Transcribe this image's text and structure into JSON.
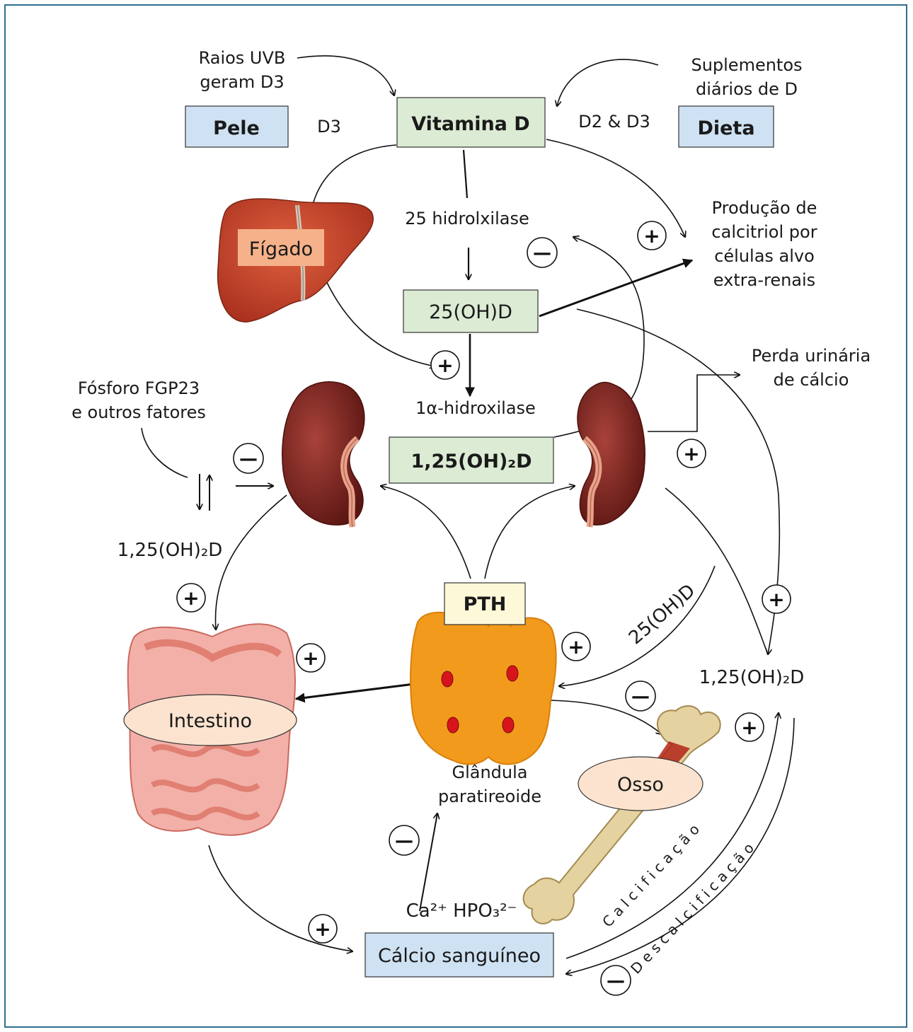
{
  "boxes": {
    "pele": "Pele",
    "vitamina_d": "Vitamina D",
    "dieta": "Dieta",
    "oh25d": "25(OH)D",
    "oh125d": "1,25(OH)₂D",
    "pth": "PTH",
    "calcio_sanguineo": "Cálcio sanguíneo"
  },
  "labels": {
    "raios_uvb_1": "Raios UVB",
    "raios_uvb_2": "geram D3",
    "d3": "D3",
    "d2_d3": "D2 & D3",
    "suplementos_1": "Suplementos",
    "suplementos_2": "diários de D",
    "figado": "Fígado",
    "hidroxilase_25": "25 hidrolxilase",
    "producao_1": "Produção de",
    "producao_2": "calcitriol por",
    "producao_3": "células alvo",
    "producao_4": "extra-renais",
    "perda_1": "Perda urinária",
    "perda_2": "de cálcio",
    "fosforo_1": "Fósforo FGP23",
    "fosforo_2": "e outros fatores",
    "alfa_hidroxilase": "1α-hidroxilase",
    "oh125d_left": "1,25(OH)₂D",
    "oh25d_diag": "25(OH)D",
    "oh125d_right": "1,25(OH)₂D",
    "intestino": "Intestino",
    "osso": "Osso",
    "glandula_1": "Glândula",
    "glandula_2": "paratireoide",
    "ca_hpo": "Ca²⁺ HPO₃²⁻",
    "calcificacao": "C a l c i f i c a ç ã o",
    "descalcificacao": "D e s c a l c i f i c a ç ã o"
  },
  "signs": {
    "plus": "+",
    "minus": "—"
  },
  "colors": {
    "frame": "#2f6f8f",
    "blue_box": "#cfe2f3",
    "green_box": "#dcebd4",
    "yellow_box": "#fdf8d8",
    "liver_label": "#f5b28a",
    "ellipse": "#fbe3cf",
    "liver": "#c8402a",
    "kidney": "#8a2a22",
    "gland": "#f29a1c",
    "bone": "#e4d2a0",
    "intestine": "#f2a8a0"
  },
  "icons": [
    "liver-icon",
    "kidney-left-icon",
    "kidney-right-icon",
    "parathyroid-gland-icon",
    "intestine-icon",
    "bone-icon"
  ]
}
